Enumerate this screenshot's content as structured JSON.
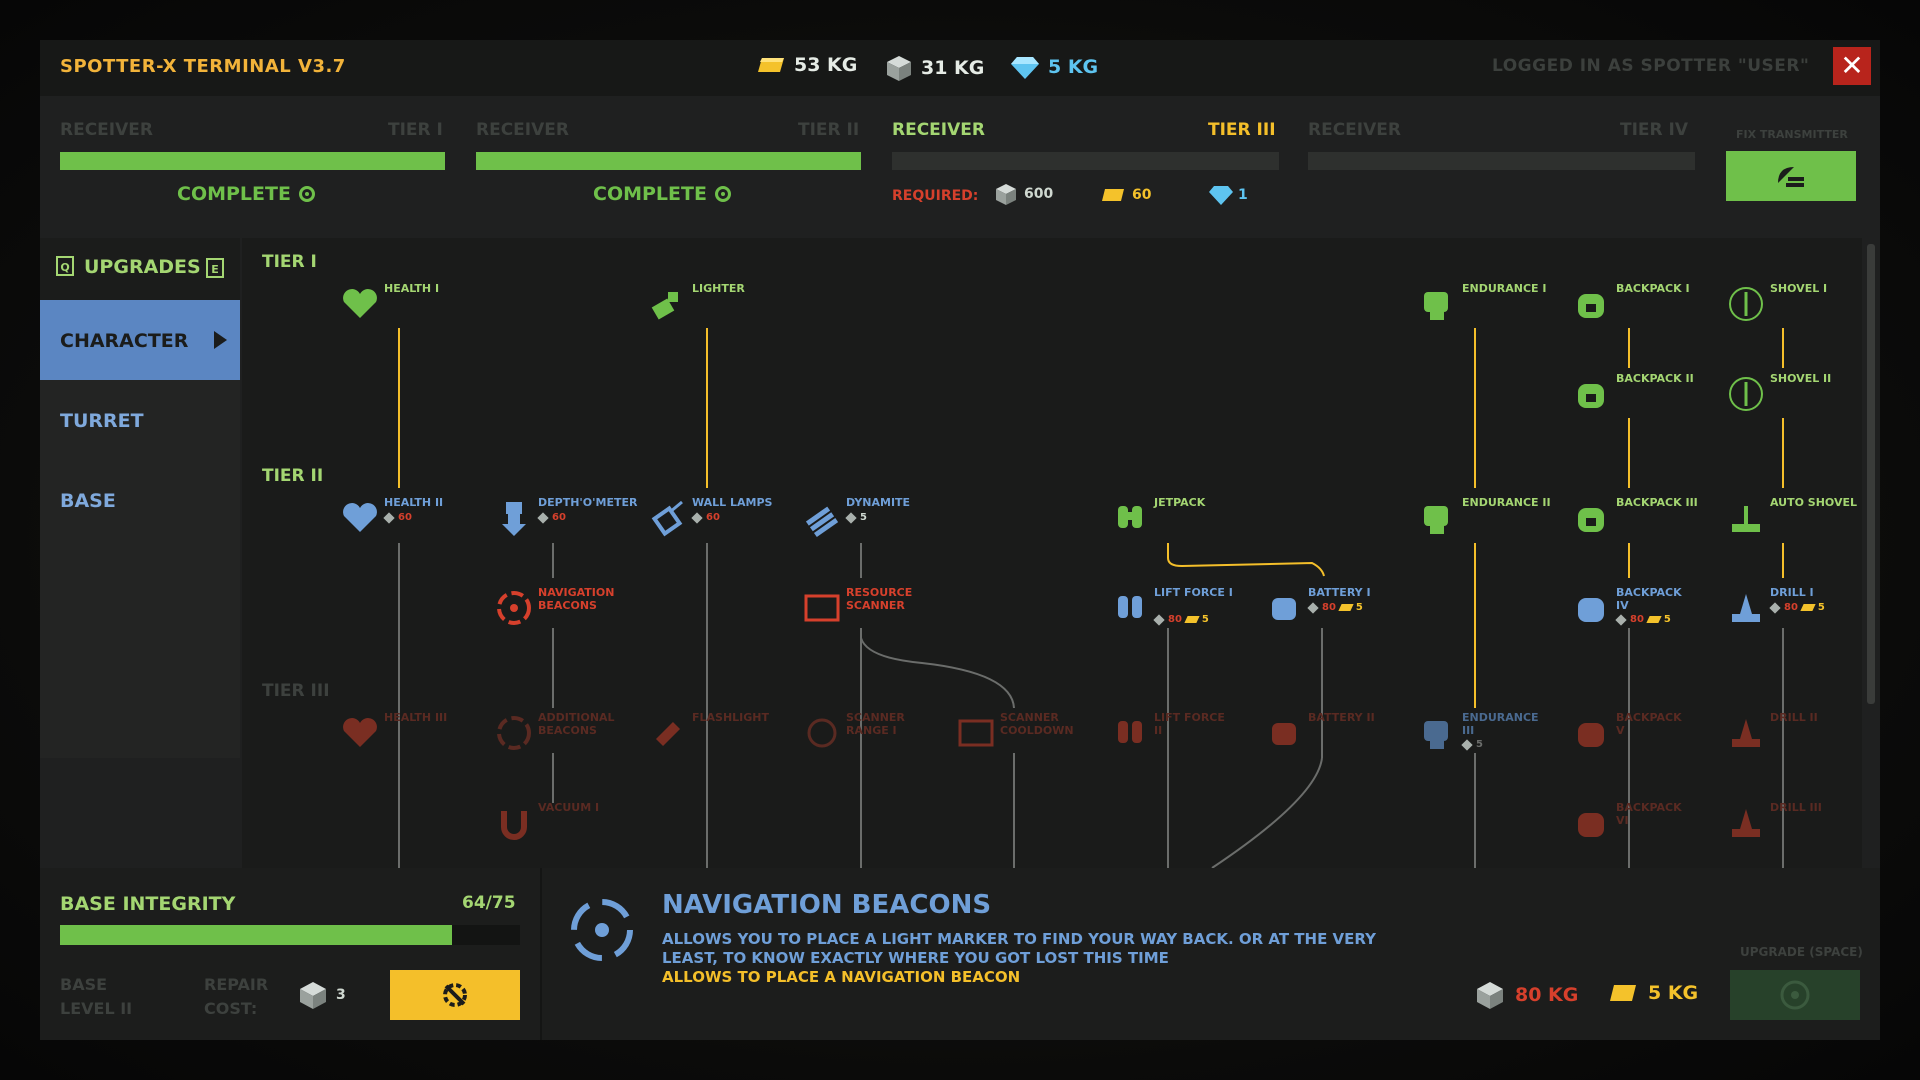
{
  "header": {
    "title": "SPOTTER-X TERMINAL V3.7",
    "resources": [
      {
        "icon": "gold-bar-icon",
        "value": "53 KG",
        "color": "#f4c22b"
      },
      {
        "icon": "iron-cube-icon",
        "value": "31 KG",
        "color": "#a9b0ac"
      },
      {
        "icon": "diamond-icon",
        "value": "5 KG",
        "color": "#5ec4f0"
      }
    ],
    "logged_in": "LOGGED IN AS SPOTTER \"USER\"",
    "close_icon": "close-icon"
  },
  "receivers": [
    {
      "label": "RECEIVER",
      "tier": "TIER I",
      "status": "COMPLETE",
      "progress": 1.0
    },
    {
      "label": "RECEIVER",
      "tier": "TIER II",
      "status": "COMPLETE",
      "progress": 1.0
    },
    {
      "label": "RECEIVER",
      "tier": "TIER III",
      "progress": 0.0,
      "required_label": "REQUIRED:",
      "required": [
        {
          "icon": "iron-cube-icon",
          "value": "600"
        },
        {
          "icon": "gold-bar-icon",
          "value": "60"
        },
        {
          "icon": "diamond-icon",
          "value": "1"
        }
      ]
    },
    {
      "label": "RECEIVER",
      "tier": "TIER IV",
      "progress": 0.0
    }
  ],
  "fix_transmitter": {
    "label": "FIX TRANSMITTER",
    "icon": "satellite-dish-icon"
  },
  "sidebar": {
    "header": "UPGRADES",
    "key_left": "Q",
    "key_right": "E",
    "items": [
      {
        "label": "CHARACTER",
        "active": true
      },
      {
        "label": "TURRET",
        "active": false
      },
      {
        "label": "BASE",
        "active": false
      }
    ]
  },
  "tree": {
    "tiers": [
      "TIER I",
      "TIER II",
      "TIER III"
    ],
    "nodes": [
      {
        "id": "health1",
        "label": "HEALTH I",
        "state": "owned",
        "icon": "heart-icon"
      },
      {
        "id": "lighter",
        "label": "LIGHTER",
        "state": "owned",
        "icon": "lighter-icon"
      },
      {
        "id": "endurance1",
        "label": "ENDURANCE I",
        "state": "owned",
        "icon": "fist-icon"
      },
      {
        "id": "backpack1",
        "label": "BACKPACK I",
        "state": "owned",
        "icon": "backpack-icon"
      },
      {
        "id": "shovel1",
        "label": "SHOVEL I",
        "state": "owned",
        "icon": "shovel-icon"
      },
      {
        "id": "backpack2",
        "label": "BACKPACK II",
        "state": "owned",
        "icon": "backpack-icon"
      },
      {
        "id": "shovel2",
        "label": "SHOVEL II",
        "state": "owned",
        "icon": "shovel-icon"
      },
      {
        "id": "health2",
        "label": "HEALTH II",
        "state": "available",
        "icon": "heart-icon",
        "cost": [
          {
            "t": "iron",
            "v": "60"
          }
        ]
      },
      {
        "id": "depth",
        "label": "DEPTH'O'METER",
        "state": "available",
        "icon": "depth-meter-icon",
        "cost": [
          {
            "t": "iron",
            "v": "60"
          }
        ]
      },
      {
        "id": "walllamps",
        "label": "WALL LAMPS",
        "state": "available",
        "icon": "wall-lamp-icon",
        "cost": [
          {
            "t": "iron",
            "v": "60"
          }
        ]
      },
      {
        "id": "dynamite",
        "label": "DYNAMITE",
        "state": "available",
        "icon": "dynamite-icon",
        "cost": [
          {
            "t": "iron",
            "v": "5"
          }
        ]
      },
      {
        "id": "jetpack",
        "label": "JETPACK",
        "state": "owned",
        "icon": "jetpack-icon"
      },
      {
        "id": "endurance2",
        "label": "ENDURANCE II",
        "state": "owned",
        "icon": "fist-icon"
      },
      {
        "id": "backpack3",
        "label": "BACKPACK III",
        "state": "owned",
        "icon": "backpack-icon"
      },
      {
        "id": "autoshovel",
        "label": "AUTO SHOVEL",
        "state": "owned",
        "icon": "auto-shovel-icon"
      },
      {
        "id": "navbeacons",
        "label": "NAVIGATION BEACONS",
        "state": "selected",
        "icon": "beacon-icon"
      },
      {
        "id": "resscanner",
        "label": "RESOURCE SCANNER",
        "state": "locked-red",
        "icon": "scanner-icon"
      },
      {
        "id": "liftforce1",
        "label": "LIFT FORCE I",
        "state": "available",
        "icon": "jetpack-icon",
        "cost": [
          {
            "t": "iron",
            "v": "80"
          },
          {
            "t": "gold",
            "v": "5"
          }
        ]
      },
      {
        "id": "battery1",
        "label": "BATTERY I",
        "state": "available",
        "icon": "battery-icon",
        "cost": [
          {
            "t": "iron",
            "v": "80"
          },
          {
            "t": "gold",
            "v": "5"
          }
        ]
      },
      {
        "id": "backpack4",
        "label": "BACKPACK IV",
        "state": "available",
        "icon": "backpack-icon",
        "cost": [
          {
            "t": "iron",
            "v": "80"
          },
          {
            "t": "gold",
            "v": "5"
          }
        ]
      },
      {
        "id": "drill1",
        "label": "DRILL I",
        "state": "available",
        "icon": "drill-icon",
        "cost": [
          {
            "t": "iron",
            "v": "80"
          },
          {
            "t": "gold",
            "v": "5"
          }
        ]
      },
      {
        "id": "health3",
        "label": "HEALTH III",
        "state": "locked",
        "icon": "heart-icon"
      },
      {
        "id": "addbeacons",
        "label": "ADDITIONAL BEACONS",
        "state": "locked",
        "icon": "beacon-icon"
      },
      {
        "id": "flashlight",
        "label": "FLASHLIGHT",
        "state": "locked",
        "icon": "flashlight-icon"
      },
      {
        "id": "scanrange",
        "label": "SCANNER RANGE I",
        "state": "locked",
        "icon": "scanner-range-icon"
      },
      {
        "id": "scancool",
        "label": "SCANNER COOLDOWN",
        "state": "locked",
        "icon": "scanner-icon"
      },
      {
        "id": "liftforce2",
        "label": "LIFT FORCE II",
        "state": "locked",
        "icon": "jetpack-icon"
      },
      {
        "id": "battery2",
        "label": "BATTERY II",
        "state": "locked",
        "icon": "battery-icon"
      },
      {
        "id": "endurance3",
        "label": "ENDURANCE III",
        "state": "locked-blue",
        "icon": "fist-icon",
        "cost": [
          {
            "t": "iron",
            "v": "5"
          }
        ]
      },
      {
        "id": "backpack5",
        "label": "BACKPACK V",
        "state": "locked",
        "icon": "backpack-icon"
      },
      {
        "id": "drill2",
        "label": "DRILL II",
        "state": "locked",
        "icon": "drill-icon"
      },
      {
        "id": "vacuum1",
        "label": "VACUUM I",
        "state": "locked",
        "icon": "magnet-icon"
      },
      {
        "id": "backpack6",
        "label": "BACKPACK VI",
        "state": "locked",
        "icon": "backpack-icon"
      },
      {
        "id": "drill3",
        "label": "DRILL III",
        "state": "locked",
        "icon": "drill-icon"
      }
    ]
  },
  "base": {
    "integrity_label": "BASE INTEGRITY",
    "integrity_value": "64/75",
    "integrity": 0.853,
    "level_label": "BASE LEVEL II",
    "repair_label": "REPAIR COST:",
    "repair_cost": "3",
    "repair_icon": "wrench-gear-icon"
  },
  "info": {
    "title": "NAVIGATION BEACONS",
    "icon": "beacon-icon",
    "description": "ALLOWS YOU TO PLACE A LIGHT MARKER TO FIND YOUR WAY BACK. OR AT THE VERY LEAST, TO KNOW EXACTLY WHERE YOU GOT LOST THIS TIME",
    "effect": "ALLOWS TO PLACE A NAVIGATION BEACON",
    "cost": [
      {
        "icon": "iron-cube-icon",
        "value": "80 KG"
      },
      {
        "icon": "gold-bar-icon",
        "value": "5 KG"
      }
    ],
    "upgrade_label": "UPGRADE (SPACE)"
  },
  "colors": {
    "owned": "#6fc04a",
    "available": "#6f9fd8",
    "selected": "#d6402c",
    "locked": "#5a2a22",
    "accent": "#f4bf2a",
    "gold": "#f4c22b"
  }
}
